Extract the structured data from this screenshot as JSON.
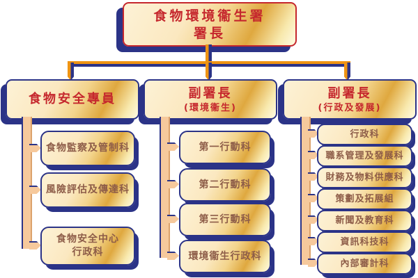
{
  "colors": {
    "navy": "#2b3387",
    "red": "#c5272d",
    "brown_text": "#8d5c48",
    "gold": "#dfa83f",
    "cream": "#fdf2d6",
    "connector_tan": "#f6c99c",
    "connector_orange": "#ef9413"
  },
  "director": {
    "line1": "食物環境衞生署",
    "line2": "署長"
  },
  "branches": [
    {
      "title": "食物安全專員",
      "subtitle": "",
      "children": [
        "食物監察及管制科",
        "風險評估及傳達科",
        "食物安全中心\n行政科"
      ]
    },
    {
      "title": "副署長",
      "subtitle": "(環境衞生)",
      "children": [
        "第一行動科",
        "第二行動科",
        "第三行動科",
        "環境衞生行政科"
      ]
    },
    {
      "title": "副署長",
      "subtitle": "(行政及發展)",
      "children": [
        "行政科",
        "職系管理及發展科",
        "財務及物料供應科",
        "策劃及拓展組",
        "新聞及教育科",
        "資訊科技科",
        "內部審計科"
      ]
    }
  ]
}
